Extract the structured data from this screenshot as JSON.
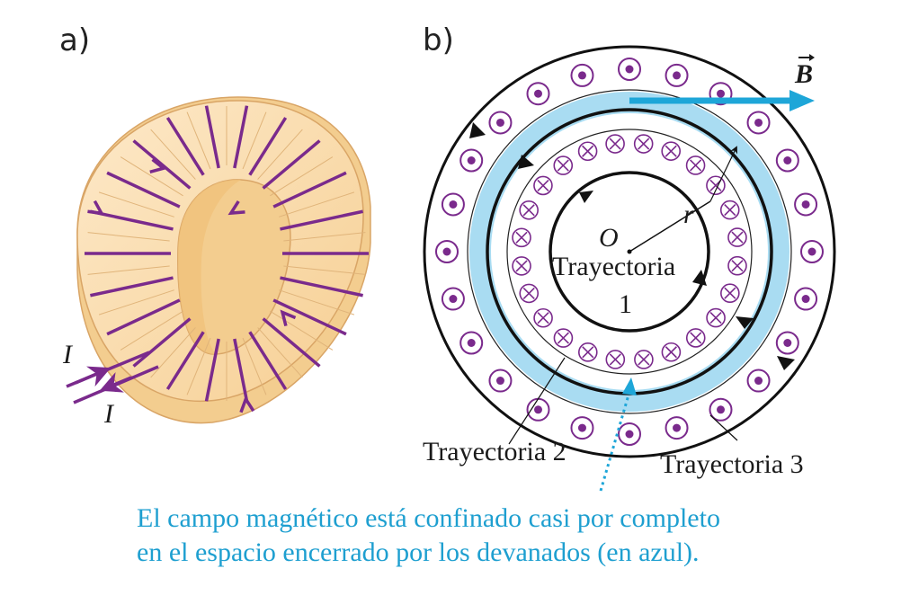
{
  "panels": {
    "a": "a)",
    "b": "b)"
  },
  "current_label_in": "I",
  "current_label_out": "I",
  "field_label": "B",
  "radius_label": "r",
  "center_label": "O",
  "path1": {
    "line1": "Trayectoria",
    "line2": "1"
  },
  "path2_label": "Trayectoria 2",
  "path3_label": "Trayectoria 3",
  "caption": {
    "line1": "El campo magnético está confinado casi por completo",
    "line2": "en el espacio encerrado por los devanados (en azul)."
  },
  "colors": {
    "winding": "#7a2a8c",
    "field": "#1ea6d8",
    "core_light": "#fbe3bf",
    "core_dark": "#f2c784",
    "field_region": "#a9dcf2"
  },
  "counts": {
    "outer_dots": 24,
    "inner_crosses": 24
  }
}
